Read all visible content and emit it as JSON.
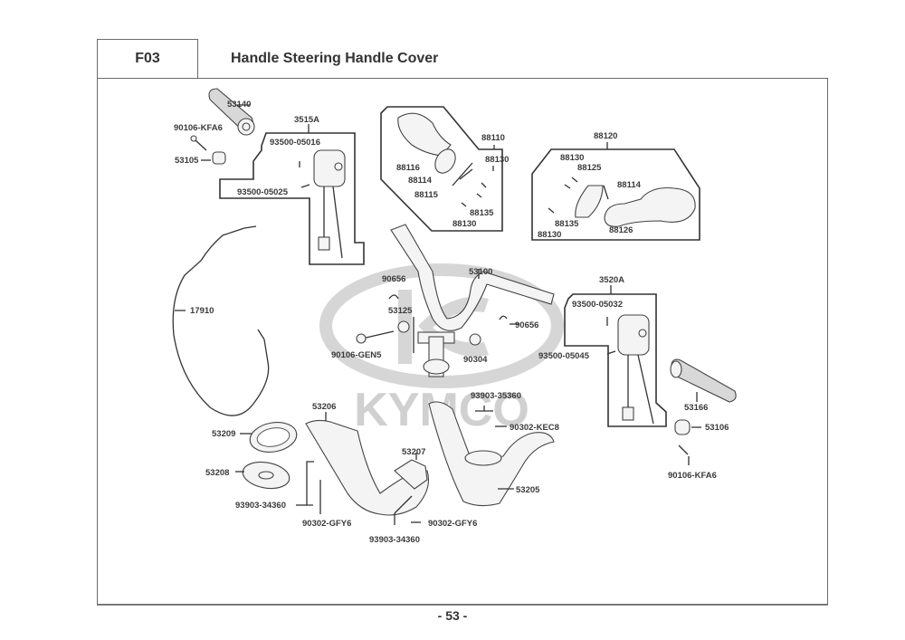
{
  "header": {
    "section_code": "F03",
    "title": "Handle Steering  Handle Cover"
  },
  "watermark": "KYMCO",
  "footer": {
    "page_number": "- 53 -"
  },
  "parts": {
    "p53140": "53140",
    "p90106_kfa6_l": "90106-KFA6",
    "p53105": "53105",
    "p3515a": "3515A",
    "p93500_05016": "93500-05016",
    "p93500_05025": "93500-05025",
    "p88110": "88110",
    "p88116": "88116",
    "p88114_a": "88114",
    "p88115": "88115",
    "p88130_a": "88130",
    "p88135_a": "88135",
    "p88130_b": "88130",
    "p88120": "88120",
    "p88130_c": "88130",
    "p88125": "88125",
    "p88114_b": "88114",
    "p88135_b": "88135",
    "p88130_d": "88130",
    "p88126": "88126",
    "p17910": "17910",
    "p90656_l": "90656",
    "p53125": "53125",
    "p90106_gen5": "90106-GEN5",
    "p53100": "53100",
    "p90656_r": "90656",
    "p90304": "90304",
    "p3520a": "3520A",
    "p93500_05032": "93500-05032",
    "p93500_05045": "93500-05045",
    "p53166": "53166",
    "p53106": "53106",
    "p90106_kfa6_r": "90106-KFA6",
    "p53206": "53206",
    "p53209": "53209",
    "p53208": "53208",
    "p93903_34360_l": "93903-34360",
    "p90302_gfy6_l": "90302-GFY6",
    "p53207": "53207",
    "p93903_34360_b": "93903-34360",
    "p90302_gfy6_r": "90302-GFY6",
    "p93903_35360": "93903-35360",
    "p90302_kec8": "90302-KEC8",
    "p53205": "53205"
  }
}
